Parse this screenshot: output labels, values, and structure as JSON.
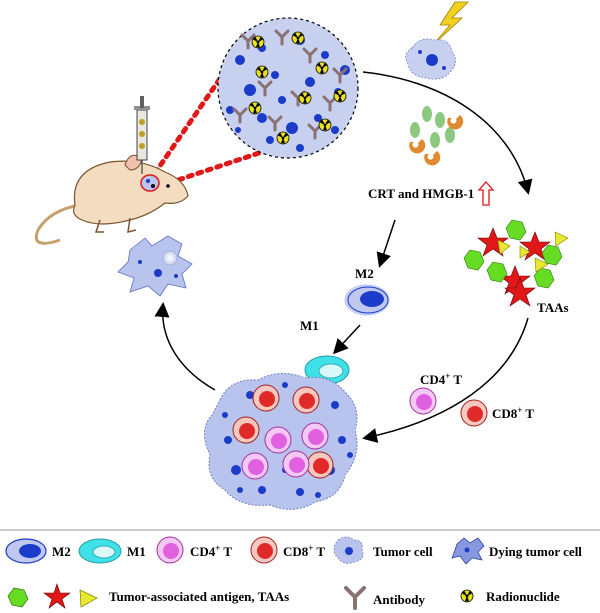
{
  "diagram": {
    "labels": {
      "crt_hmgb": "CRT and HMGB-1",
      "taas": "TAAs",
      "m2": "M2",
      "m1": "M1",
      "cd4_main": "CD4",
      "cd8_main": "CD8",
      "t_suffix": " T",
      "plus": "+"
    },
    "legend": {
      "row1": [
        {
          "key": "m2",
          "text": "M2"
        },
        {
          "key": "m1",
          "text": "M1"
        },
        {
          "key": "cd4",
          "text": "CD4",
          "sup": "+",
          "tail": " T"
        },
        {
          "key": "cd8",
          "text": "CD8",
          "sup": "+",
          "tail": " T"
        },
        {
          "key": "tumor",
          "text": "Tumor cell"
        },
        {
          "key": "dying",
          "text": "Dying tumor cell"
        }
      ],
      "row2": [
        {
          "key": "taa",
          "text": "Tumor-associated antigen, TAAs"
        },
        {
          "key": "antibody",
          "text": "Antibody"
        },
        {
          "key": "radionuclide",
          "text": "Radionuclide"
        }
      ]
    },
    "colors": {
      "tumor_fill": "#b9c4ee",
      "nucleus": "#1a3cc8",
      "cd4": "#e060e0",
      "cd8": "#e02a2a",
      "m1": "#40e0e8",
      "green": "#66dd22",
      "red_star": "#e01818",
      "yellow": "#e8e830",
      "arrow_red": "#e01818"
    }
  }
}
